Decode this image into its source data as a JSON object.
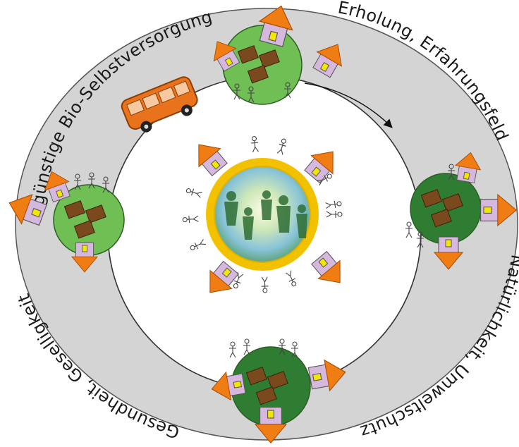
{
  "labels": {
    "top_left": "günstige Bio-Selbstversorgung",
    "top_right": "Erholung, Erfahrungsfeld",
    "right": "Natürlichkeit, Umweltschutz",
    "bottom_left": "Gesundheit, Geselligkeit"
  },
  "colors": {
    "ring": "#d4d4d4",
    "house_roof": "#f07d14",
    "house_wall": "#d6b8de",
    "garden_light": "#6fbf55",
    "garden_dark": "#2f7d32",
    "bus": "#e8731c",
    "center_frame": "#f2c200"
  },
  "icons": {
    "direction_arrow": "arrow-icon",
    "bus": "bus-icon",
    "house": "house-icon",
    "person": "stick-figure-icon",
    "photo": "people-jumping-photo"
  }
}
